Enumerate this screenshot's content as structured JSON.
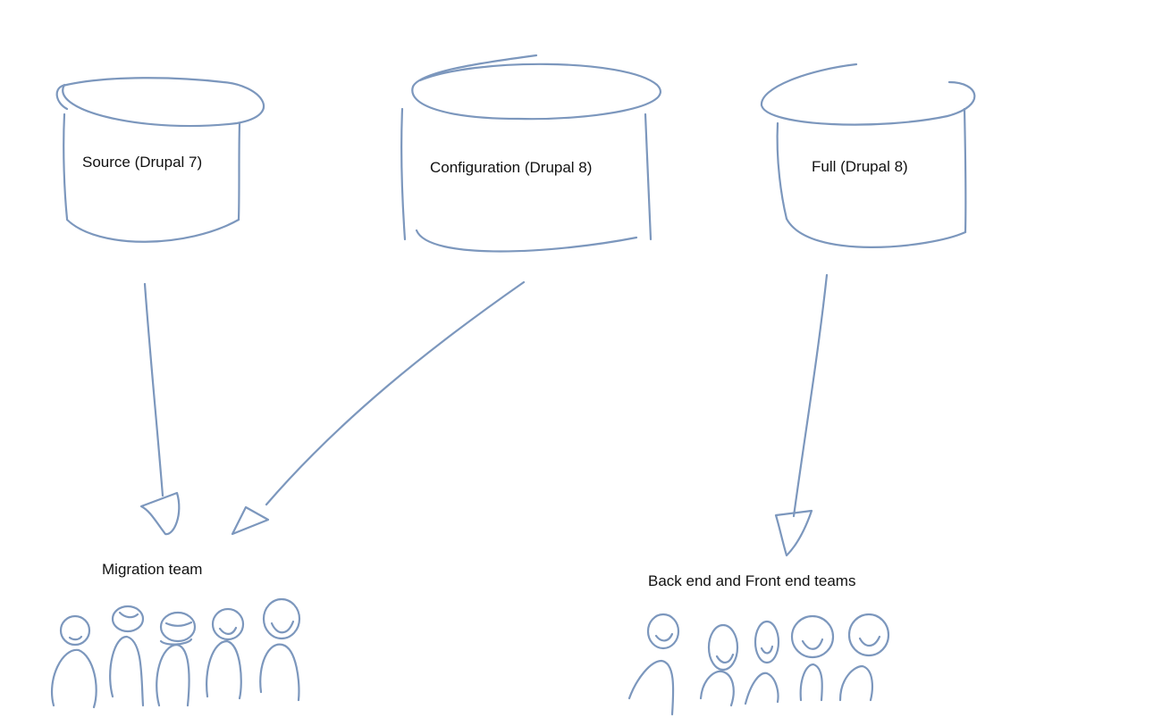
{
  "ink_color": "#7c97bd",
  "text_color": "#111111",
  "databases": [
    {
      "label": "Source (Drupal 7)"
    },
    {
      "label": "Configuration (Drupal 8)"
    },
    {
      "label": "Full (Drupal 8)"
    }
  ],
  "teams": [
    {
      "label": "Migration team",
      "people": 5
    },
    {
      "label": "Back end and Front end teams",
      "people": 5
    }
  ],
  "flows": [
    {
      "from": "Source (Drupal 7)",
      "to": "Migration team"
    },
    {
      "from": "Configuration (Drupal 8)",
      "to": "Migration team"
    },
    {
      "from": "Full (Drupal 8)",
      "to": "Back end and Front end teams"
    }
  ]
}
